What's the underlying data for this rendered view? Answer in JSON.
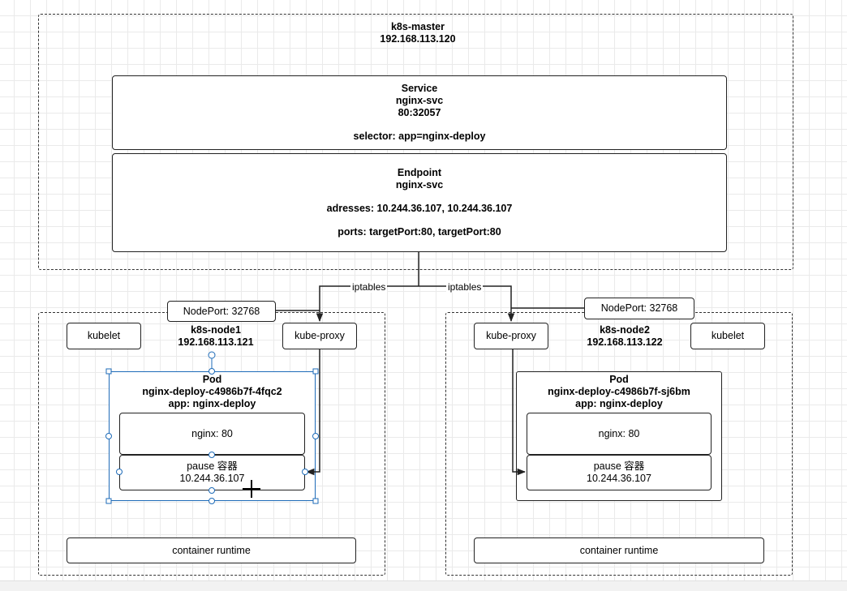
{
  "master": {
    "name": "k8s-master",
    "ip": "192.168.113.120"
  },
  "service": {
    "title": "Service",
    "name": "nginx-svc",
    "port": "80:32057",
    "selector": "selector: app=nginx-deploy"
  },
  "endpoint": {
    "title": "Endpoint",
    "name": "nginx-svc",
    "addresses": "adresses: 10.244.36.107, 10.244.36.107",
    "ports": "ports: targetPort:80, targetPort:80"
  },
  "iptables_labels": [
    "iptables",
    "iptables"
  ],
  "node1": {
    "name": "k8s-node1",
    "ip": "192.168.113.121",
    "nodeport": "NodePort: 32768",
    "kubelet": "kubelet",
    "kube_proxy": "kube-proxy",
    "pod": {
      "title": "Pod",
      "name": "nginx-deploy-c4986b7f-4fqc2",
      "app": "app: nginx-deploy",
      "nginx": "nginx: 80",
      "pause": "pause 容器",
      "pause_ip": "10.244.36.107"
    },
    "runtime": "container runtime"
  },
  "node2": {
    "name": "k8s-node2",
    "ip": "192.168.113.122",
    "nodeport": "NodePort: 32768",
    "kubelet": "kubelet",
    "kube_proxy": "kube-proxy",
    "pod": {
      "title": "Pod",
      "name": "nginx-deploy-c4986b7f-sj6bm",
      "app": "app: nginx-deploy",
      "nginx": "nginx: 80",
      "pause": "pause 容器",
      "pause_ip": "10.244.36.107"
    },
    "runtime": "container runtime"
  },
  "colors": {
    "selection": "#1e6bb8",
    "stroke": "#222222"
  }
}
